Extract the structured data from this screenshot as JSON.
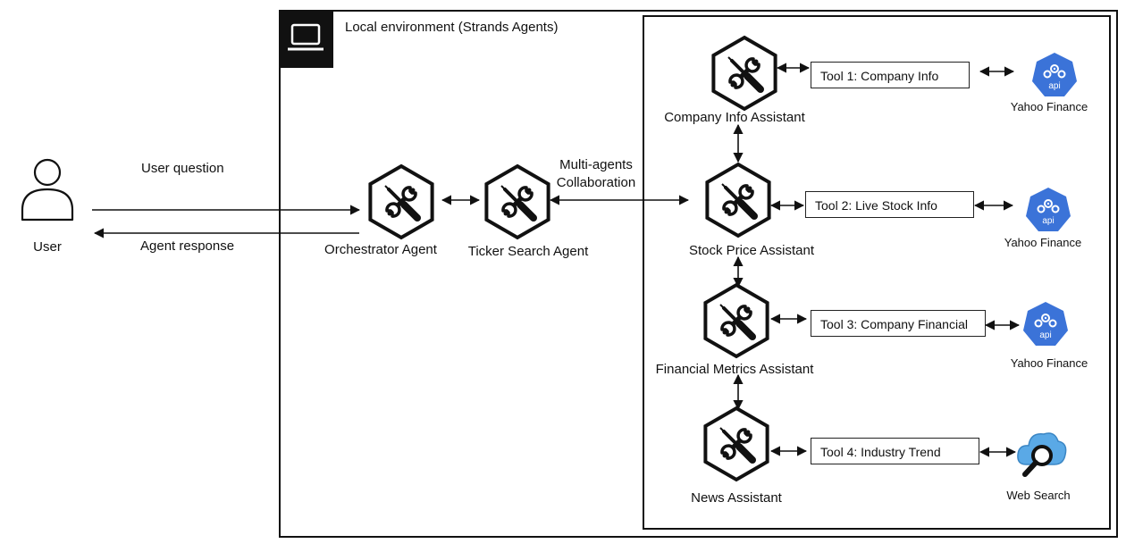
{
  "environment": {
    "title": "Local environment (Strands Agents)"
  },
  "user": {
    "label": "User"
  },
  "flows": {
    "question": "User question",
    "response": "Agent response",
    "collab": "Multi-agents\nCollaboration"
  },
  "agents": {
    "orchestrator": "Orchestrator Agent",
    "ticker": "Ticker Search Agent",
    "company_info": "Company Info Assistant",
    "stock_price": "Stock Price Assistant",
    "financial_metrics": "Financial Metrics Assistant",
    "news": "News Assistant"
  },
  "tools": {
    "t1": "Tool 1: Company Info",
    "t2": "Tool 2: Live Stock Info",
    "t3": "Tool 3: Company Financial",
    "t4": "Tool 4: Industry Trend"
  },
  "services": {
    "yahoo1": "Yahoo Finance",
    "yahoo2": "Yahoo Finance",
    "yahoo3": "Yahoo Finance",
    "web": "Web Search",
    "api_text": "api"
  },
  "colors": {
    "api_blue": "#3b73d8",
    "cloud_blue": "#5aa9e6",
    "agent_ink": "#111111"
  }
}
